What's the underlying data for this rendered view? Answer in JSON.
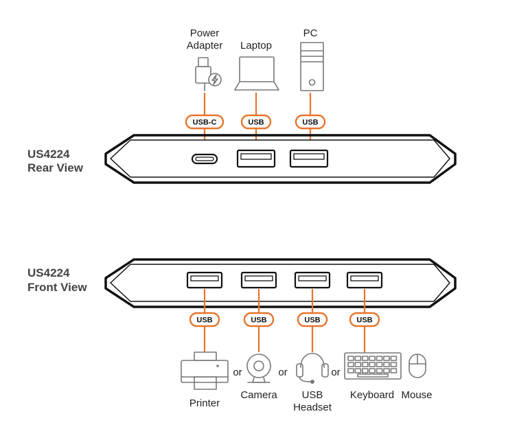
{
  "rear": {
    "title_line1": "US4224",
    "title_line2": "Rear View",
    "devices": {
      "power_line1": "Power",
      "power_line2": "Adapter",
      "laptop": "Laptop",
      "pc": "PC"
    },
    "badges": {
      "usbc": "USB-C",
      "usb1": "USB",
      "usb2": "USB"
    }
  },
  "front": {
    "title_line1": "US4224",
    "title_line2": "Front View",
    "badges": {
      "b1": "USB",
      "b2": "USB",
      "b3": "USB",
      "b4": "USB"
    },
    "devices": {
      "printer": "Printer",
      "camera": "Camera",
      "headset_line1": "USB",
      "headset_line2": "Headset",
      "keyboard": "Keyboard",
      "mouse": "Mouse"
    },
    "or_labels": {
      "or1": "or",
      "or2": "or",
      "or3": "or"
    }
  },
  "colors": {
    "cable": "#e8742a",
    "outline": "#111111",
    "icon": "#777777"
  }
}
